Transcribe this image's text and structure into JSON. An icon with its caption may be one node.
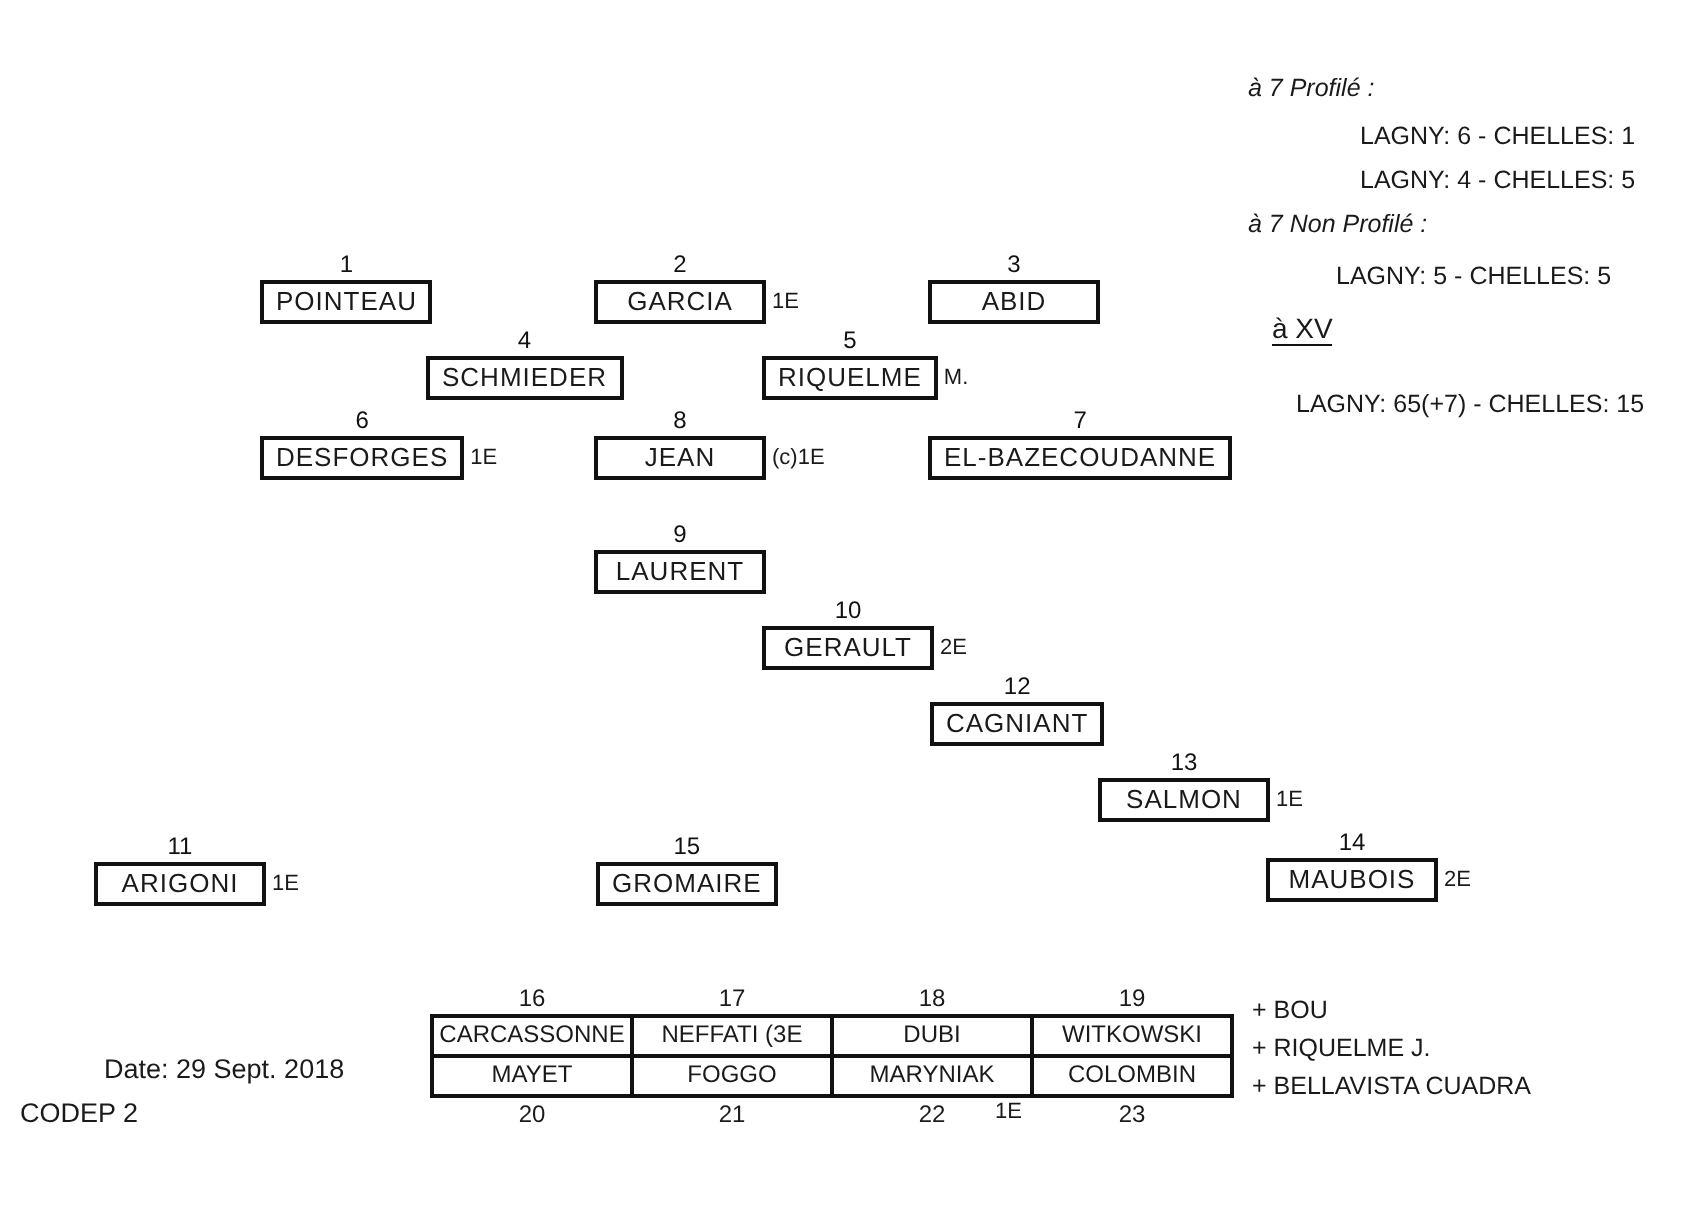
{
  "diagram": {
    "nodes": [
      {
        "text": [
          "1",
          "POINTEAU"
        ]
      },
      {
        "text": [
          "2",
          "GARCIA"
        ],
        "beside": [
          "1E"
        ]
      },
      {
        "text": [
          "3",
          "ABID"
        ]
      },
      {
        "text": [
          "4",
          "SCHMIEDER"
        ]
      },
      {
        "text": [
          "5",
          "RIQUELME"
        ],
        "beside": [
          "M."
        ]
      },
      {
        "text": [
          "6",
          "DESFORGES"
        ],
        "beside": [
          "1E"
        ]
      },
      {
        "text": [
          "8",
          "JEAN"
        ],
        "beside": [
          "(c)1E"
        ]
      },
      {
        "text": [
          "7",
          "EL-BAZECOUDANNE"
        ]
      },
      {
        "text": [
          "9",
          "LAURENT"
        ]
      },
      {
        "text": [
          "10",
          "GERAULT"
        ],
        "beside": [
          "2E"
        ]
      },
      {
        "text": [
          "12",
          "CAGNIANT"
        ]
      },
      {
        "text": [
          "13",
          "SALMON"
        ],
        "beside": [
          "1E"
        ]
      },
      {
        "text": [
          "11",
          "ARIGONI"
        ],
        "beside": [
          "1E"
        ]
      },
      {
        "text": [
          "15",
          "GROMAIRE"
        ]
      },
      {
        "text": [
          "14",
          "MAUBOIS"
        ],
        "beside": [
          "2E"
        ]
      },
      {
        "text": [
          "16",
          "CARCASSONNE"
        ]
      },
      {
        "text": [
          "17",
          "NEFFATI (3E"
        ]
      },
      {
        "text": [
          "18",
          "DUBI"
        ]
      },
      {
        "text": [
          "19",
          "WITKOWSKI"
        ]
      },
      {
        "text": [
          "MAYET",
          "20"
        ]
      },
      {
        "text": [
          "FOGGO",
          "21"
        ]
      },
      {
        "text": [
          "MARYNIAK",
          "22"
        ],
        "beside": [
          "1E"
        ]
      },
      {
        "text": [
          "COLOMBIN",
          "23"
        ]
      }
    ],
    "labels": [
      "à 7 Profilé :",
      "LAGNY: 6 - CHELLES: 1",
      "LAGNY: 4 - CHELLES: 5",
      "à 7 Non Profilé :",
      "LAGNY: 5 - CHELLES: 5",
      "à XV",
      "LAGNY: 65(+7) - CHELLES: 15",
      "+ BOU",
      "+ RIQUELME J.",
      "+ BELLAVISTA CUADRA",
      "Date: 29 Sept. 2018",
      "CODEP 2"
    ]
  }
}
